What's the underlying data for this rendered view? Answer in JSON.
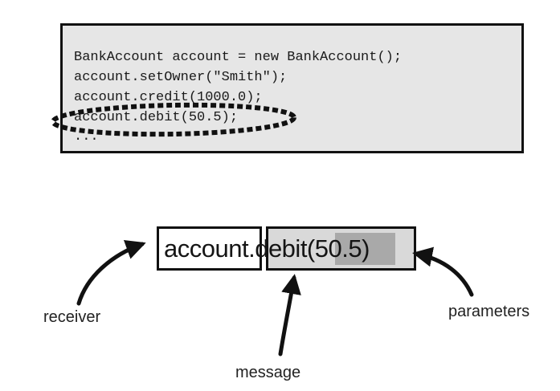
{
  "code": {
    "lines": [
      "BankAccount account = new BankAccount();",
      "account.setOwner(\"Smith\");",
      "account.credit(1000.0);",
      "account.debit(50.5);",
      "..."
    ]
  },
  "expression": {
    "receiver": "account",
    "dot": ".",
    "message": "debit(",
    "parameter": "50.5",
    "close": ")"
  },
  "labels": {
    "receiver": "receiver",
    "message": "message",
    "parameters": "parameters"
  },
  "colors": {
    "code_background": "#e6e6e6",
    "message_box_background": "#d9d9d9",
    "parameter_highlight": "#a9a9a9",
    "stroke": "#111111"
  }
}
